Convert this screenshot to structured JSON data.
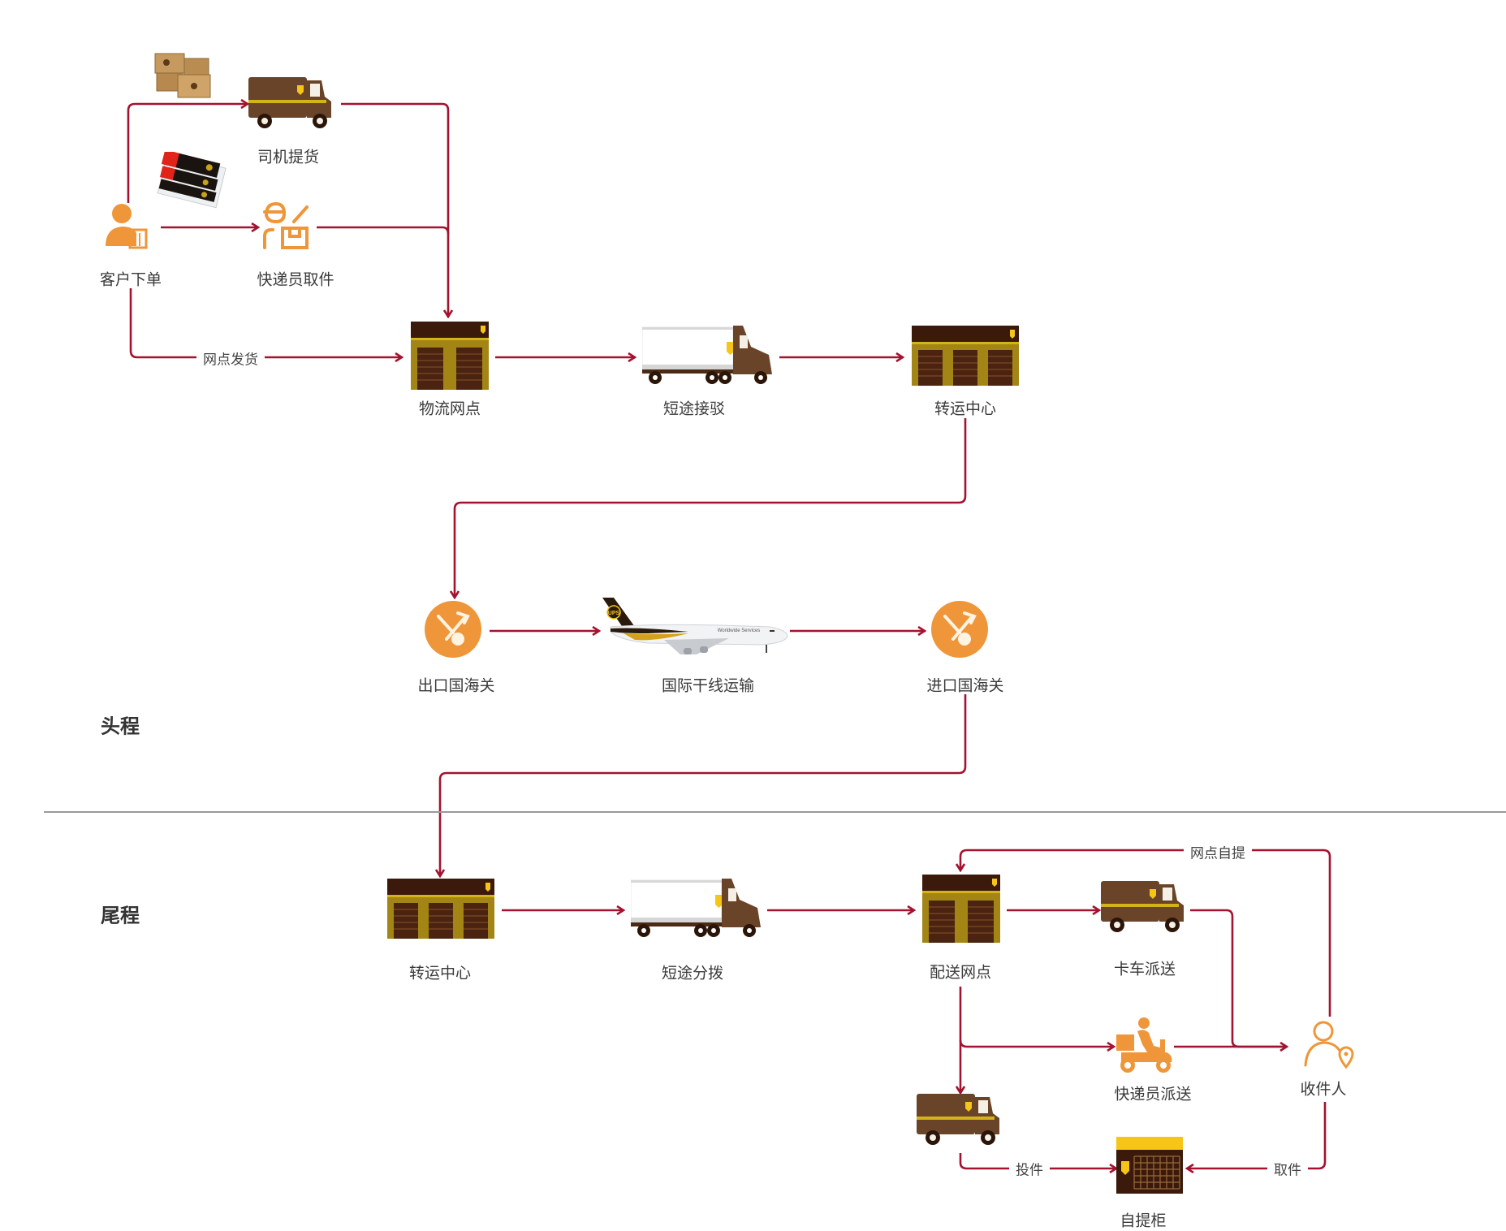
{
  "colors": {
    "connector": "#a3122f",
    "orange": "#ef963a",
    "ups_brown": "#5e3a1e",
    "ups_dark": "#3b1a0c",
    "ups_gold": "#c9a21a",
    "ups_yellow": "#f5c518",
    "divider": "#9a9a9a"
  },
  "stages": {
    "head": "头程",
    "tail": "尾程"
  },
  "nodes": {
    "customer_order": {
      "label": "客户下单",
      "icon": "customer-with-building-icon"
    },
    "driver_pickup": {
      "label": "司机提货",
      "icon": "ups-van-icon"
    },
    "courier_pickup": {
      "label": "快递员取件",
      "icon": "courier-with-package-icon"
    },
    "parcels": {
      "icon": "cardboard-boxes-image"
    },
    "shipping_labels": {
      "icon": "shipping-label-cards-image"
    },
    "logistics_outlet": {
      "label": "物流网点",
      "icon": "warehouse-icon"
    },
    "short_haul_transfer": {
      "label": "短途接驳",
      "icon": "semi-truck-icon"
    },
    "transit_center_head": {
      "label": "转运中心",
      "icon": "warehouse-icon"
    },
    "export_customs": {
      "label": "出口国海关",
      "icon": "customs-icon"
    },
    "international_trunk": {
      "label": "国际干线运输",
      "icon": "cargo-plane-icon",
      "plane_text": "Worldwide Services",
      "tail_text": "UPS"
    },
    "import_customs": {
      "label": "进口国海关",
      "icon": "customs-icon"
    },
    "transit_center_tail": {
      "label": "转运中心",
      "icon": "warehouse-icon"
    },
    "short_haul_distribution": {
      "label": "短途分拨",
      "icon": "semi-truck-icon"
    },
    "delivery_outlet": {
      "label": "配送网点",
      "icon": "warehouse-icon"
    },
    "truck_delivery": {
      "label": "卡车派送",
      "icon": "ups-van-icon"
    },
    "courier_delivery": {
      "label": "快递员派送",
      "icon": "scooter-courier-icon"
    },
    "recipient": {
      "label": "收件人",
      "icon": "person-location-icon"
    },
    "locker_van": {
      "icon": "ups-van-icon"
    },
    "pickup_locker": {
      "label": "自提柜",
      "icon": "parcel-locker-icon"
    }
  },
  "edge_labels": {
    "outlet_dropoff": "网点发货",
    "outlet_selfpickup": "网点自提",
    "deposit": "投件",
    "collect": "取件"
  }
}
